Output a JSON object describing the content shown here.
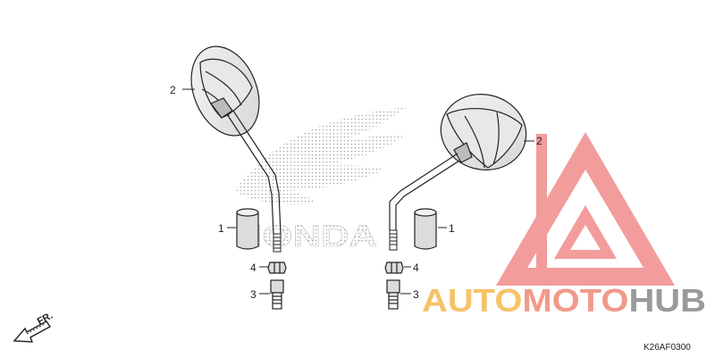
{
  "parts": {
    "mirror_left_label": "2",
    "mirror_right_label": "2",
    "cover_left_label": "1",
    "cover_right_label": "1",
    "nut_left_label": "4",
    "nut_right_label": "4",
    "adapter_left_label": "3",
    "adapter_right_label": "3"
  },
  "brand_watermark": {
    "text": "HONDA"
  },
  "site_watermark": {
    "part1": "AUTO",
    "part2": "MOTO",
    "part3": "HUB"
  },
  "direction_indicator": {
    "label": "FR."
  },
  "diagram_code": "K26AF0300",
  "colors": {
    "line": "#222222",
    "watermark_red": "#f07b7b",
    "watermark_yellow": "#f6c36a",
    "watermark_gray": "#9a9a9a"
  }
}
